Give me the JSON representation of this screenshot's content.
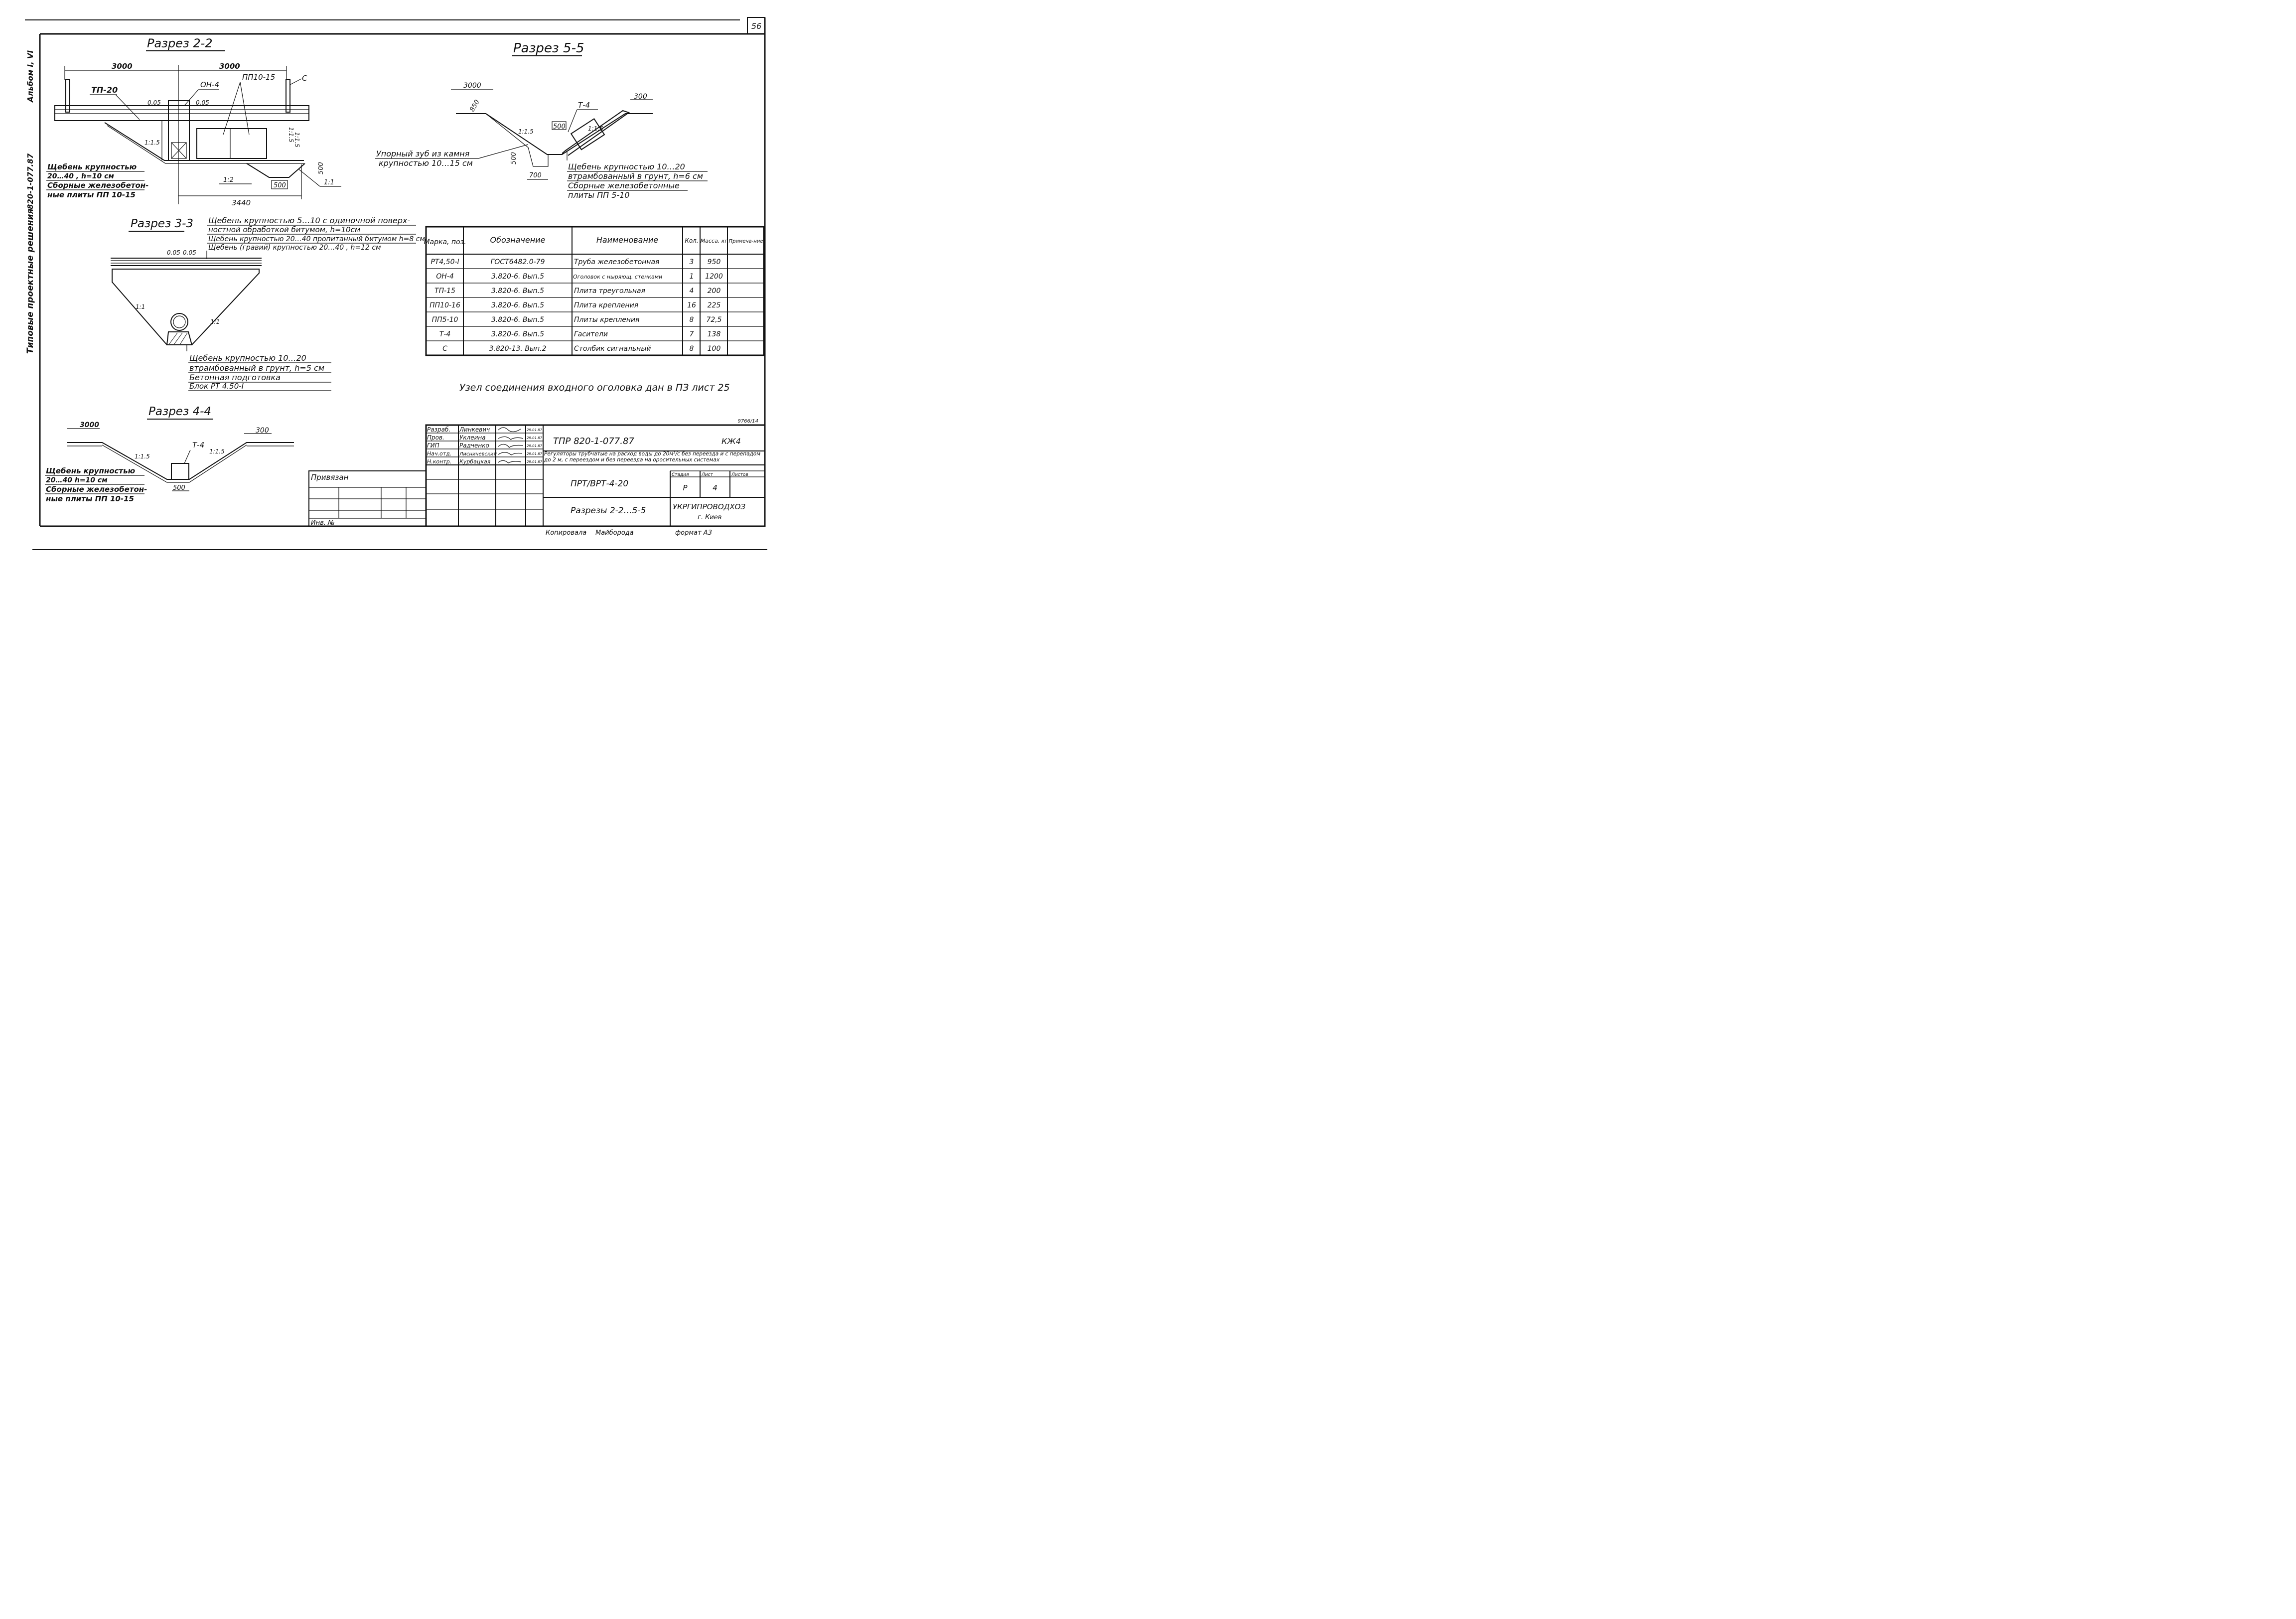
{
  "page_number": "56",
  "side_margin": {
    "left_text": "Типовые проектные решения",
    "code": "820-1-077.87",
    "album": "Альбом I, VI"
  },
  "sections": {
    "s22": {
      "title": "Разрез 2-2",
      "dims": [
        "3000",
        "3000",
        "3440",
        "500",
        "500"
      ],
      "labels": [
        "ТП-20",
        "ОН-4",
        "ПП10-15",
        "С"
      ],
      "slopes": [
        "0.05",
        "0.05",
        "1:1.5",
        "1:1.5",
        "1:1.5",
        "1:2",
        "1:1"
      ],
      "note": [
        "Щебень крупностью",
        "20…40 , h=10 см",
        "Сборные железобетон-",
        "ные плиты ПП 10-15"
      ]
    },
    "s33": {
      "title": "Разрез 3-3",
      "top_note": [
        "Щебень крупностью 5…10 с одиночной поверх-",
        "ностной обработкой битумом, h=10см",
        "Щебень крупностью 20…40 пропитанный битумом h=8 см",
        "Щебень (гравий) крупностью 20…40 , h=12 см"
      ],
      "slopes": [
        "0.05",
        "0.05",
        "1:1",
        "1:1"
      ],
      "bottom_note": [
        "Щебень крупностью 10…20",
        "втрамбованный в грунт, h=5 см",
        "Бетонная подготовка",
        "Блок РТ 4.50-I"
      ]
    },
    "s44": {
      "title": "Разрез 4-4",
      "dims": [
        "3000",
        "300",
        "500"
      ],
      "labels": [
        "Т-4"
      ],
      "slopes": [
        "1:1.5",
        "1:1.5"
      ],
      "note": [
        "Щебень крупностью",
        "20…40 h=10 см",
        "Сборные железобетон-",
        "ные плиты ПП 10-15"
      ]
    },
    "s55": {
      "title": "Разрез 5-5",
      "dims": [
        "3000",
        "300",
        "850",
        "500",
        "500",
        "700"
      ],
      "labels": [
        "Т-4"
      ],
      "slopes": [
        "1:1.5",
        "1:1.5"
      ],
      "left_note": [
        "Упорный зуб из камня",
        "крупностью 10…15 см"
      ],
      "right_note": [
        "Щебень крупностью 10…20",
        "втрамбованный в грунт, h=6 см",
        "Сборные железобетонные",
        "плиты ПП 5-10"
      ]
    }
  },
  "spec_table": {
    "headers": [
      "Марка, поз.",
      "Обозначение",
      "Наименование",
      "Кол.",
      "Масса, кг",
      "Примеча-ние"
    ],
    "rows": [
      [
        "РТ4,50-I",
        "ГОСТ6482.0-79",
        "Труба железобетонная",
        "3",
        "950",
        ""
      ],
      [
        "ОН-4",
        "3.820-6. Вып.5",
        "Оголовок с ныряющ. стенками",
        "1",
        "1200",
        ""
      ],
      [
        "ТП-15",
        "3.820-6. Вып.5",
        "Плита треугольная",
        "4",
        "200",
        ""
      ],
      [
        "ПП10-16",
        "3.820-6. Вып.5",
        "Плита крепления",
        "16",
        "225",
        ""
      ],
      [
        "ПП5-10",
        "3.820-6. Вып.5",
        "Плиты крепления",
        "8",
        "72,5",
        ""
      ],
      [
        "Т-4",
        "3.820-6. Вып.5",
        "Гасители",
        "7",
        "138",
        ""
      ],
      [
        "С",
        "3.820-13. Вып.2",
        "Столбик сигнальный",
        "8",
        "100",
        ""
      ]
    ]
  },
  "node_note": "Узел соединения входного оголовка дан в ПЗ лист 25",
  "title_block": {
    "sheet_ref": "9766/14",
    "roles": [
      {
        "role": "Разраб.",
        "name": "Линкевич",
        "date": "29.01.87"
      },
      {
        "role": "Пров.",
        "name": "Уклеина",
        "date": "29.01.87"
      },
      {
        "role": "ГИП",
        "name": "Радченко",
        "date": "29.01.87"
      },
      {
        "role": "Нач.отд.",
        "name": "Лисничевский",
        "date": "29.01.87"
      },
      {
        "role": "Н.контр.",
        "name": "Курбацкая",
        "date": "29.01.87"
      }
    ],
    "doc_code": "ТПР 820-1-077.87",
    "doc_mark": "КЖ4",
    "description": "Регуляторы трубчатые на расход воды до 20м³/с без переезда и с перепадом до 2 м, с переездом и без переезда на оросительных системах",
    "object": "ПРТ/ВРТ-4-20",
    "stage_header": "Стадия",
    "sheet_header": "Лист",
    "sheets_header": "Листов",
    "stage": "Р",
    "sheet": "4",
    "sheets": "",
    "drawing_name": "Разрезы 2-2…5-5",
    "org": "УКРГИПРОВОДХОЗ",
    "city": "г. Киев",
    "privyazan": "Привязан",
    "inv": "Инв. №",
    "copied_label": "Копировала",
    "copied_name": "Майборода",
    "format": "формат А3"
  }
}
